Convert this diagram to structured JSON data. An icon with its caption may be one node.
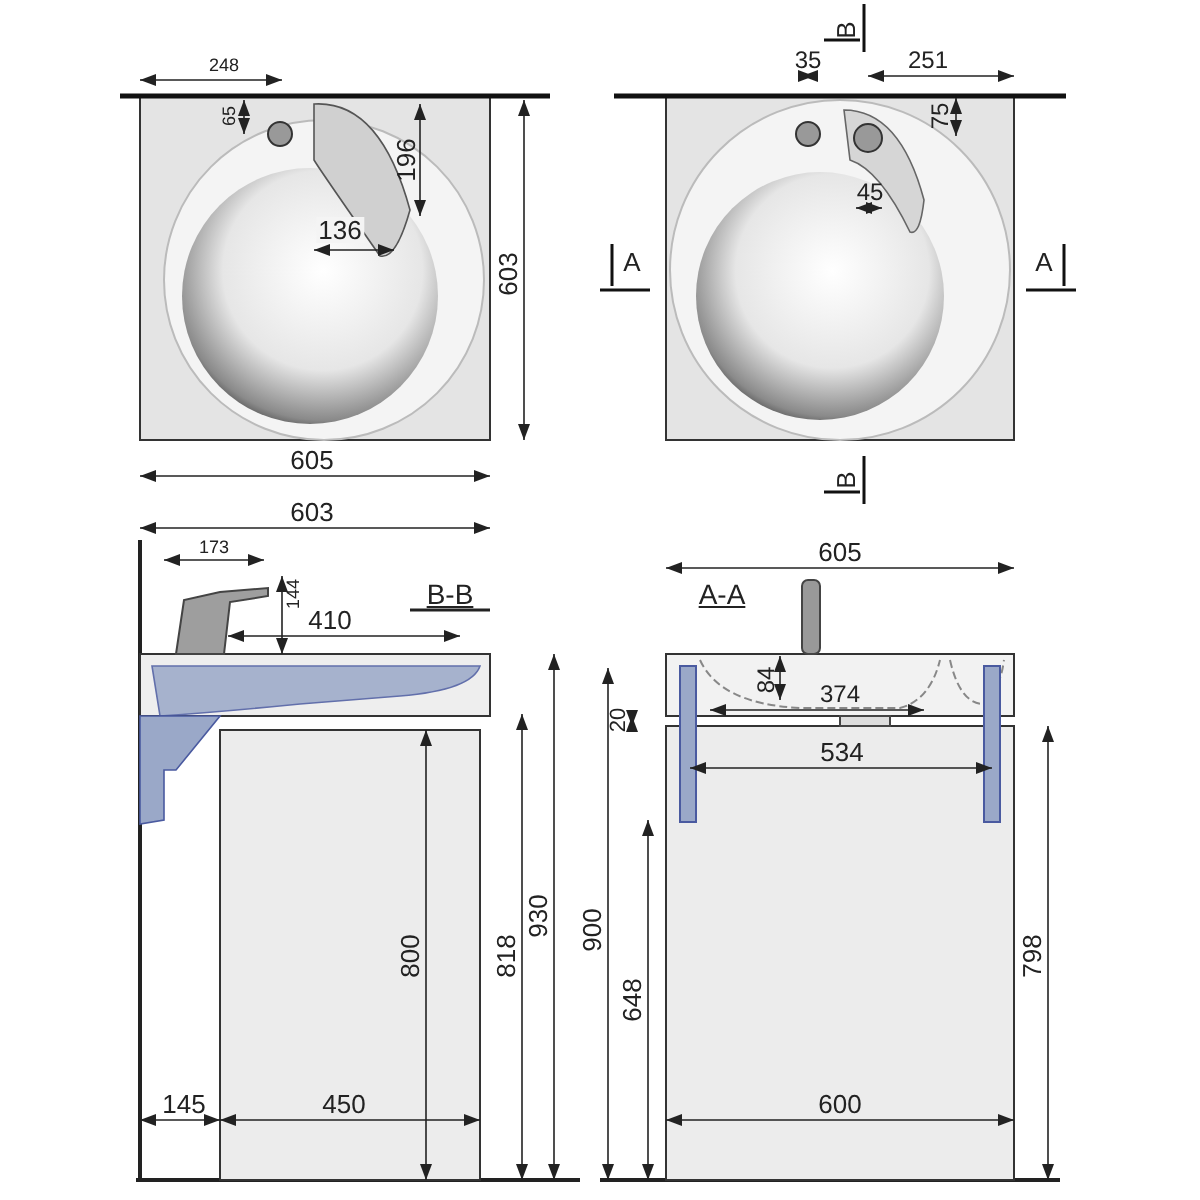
{
  "diagram": {
    "labels": [
      "248",
      "65",
      "196",
      "136",
      "603",
      "605",
      "B",
      "35",
      "251",
      "75",
      "45",
      "A",
      "A",
      "B",
      "603",
      "173",
      "144",
      "B-B",
      "410",
      "930",
      "800",
      "818",
      "145",
      "450",
      "605",
      "A-A",
      "84",
      "374",
      "20",
      "534",
      "900",
      "648",
      "798",
      "600"
    ]
  }
}
